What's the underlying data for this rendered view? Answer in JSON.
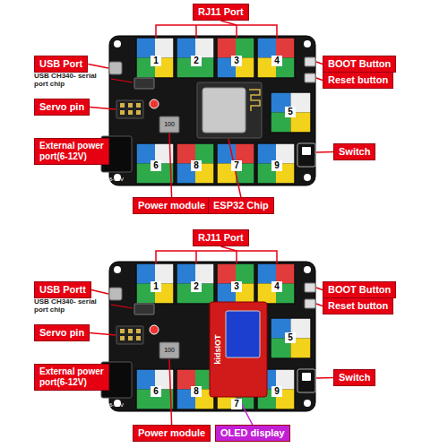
{
  "diagram": {
    "nodes": [
      {
        "text": [
          "RJ11 Port"
        ]
      },
      {
        "text": [
          "USB Port"
        ]
      },
      {
        "text": [
          "BOOT Button"
        ]
      },
      {
        "text": [
          "Reset button"
        ]
      },
      {
        "text": [
          "Servo pin"
        ]
      },
      {
        "text": [
          "Switch"
        ]
      },
      {
        "text": [
          "External power port(6-12V)"
        ]
      },
      {
        "text": [
          "Power module"
        ]
      },
      {
        "text": [
          "ESP32 Chip"
        ]
      },
      {
        "text": [
          "RJ11 Port"
        ]
      },
      {
        "text": [
          "USB Portt"
        ]
      },
      {
        "text": [
          "BOOT Button"
        ]
      },
      {
        "text": [
          "Reset button"
        ]
      },
      {
        "text": [
          "Servo pin"
        ]
      },
      {
        "text": [
          "Switch"
        ]
      },
      {
        "text": [
          "External power port(6-12V)"
        ]
      },
      {
        "text": [
          "Power module"
        ]
      },
      {
        "text": [
          "OLED display"
        ]
      }
    ],
    "labels": [
      "1",
      "2",
      "3",
      "4",
      "5",
      "6",
      "8",
      "7",
      "9",
      "USB CH340- serial port chip",
      "100",
      "6-12V",
      "1",
      "2",
      "3",
      "4",
      "5",
      "6",
      "8",
      "7",
      "9",
      "USB CH340- serial port chip",
      "100",
      "6-12V",
      "kidsIOT"
    ]
  }
}
